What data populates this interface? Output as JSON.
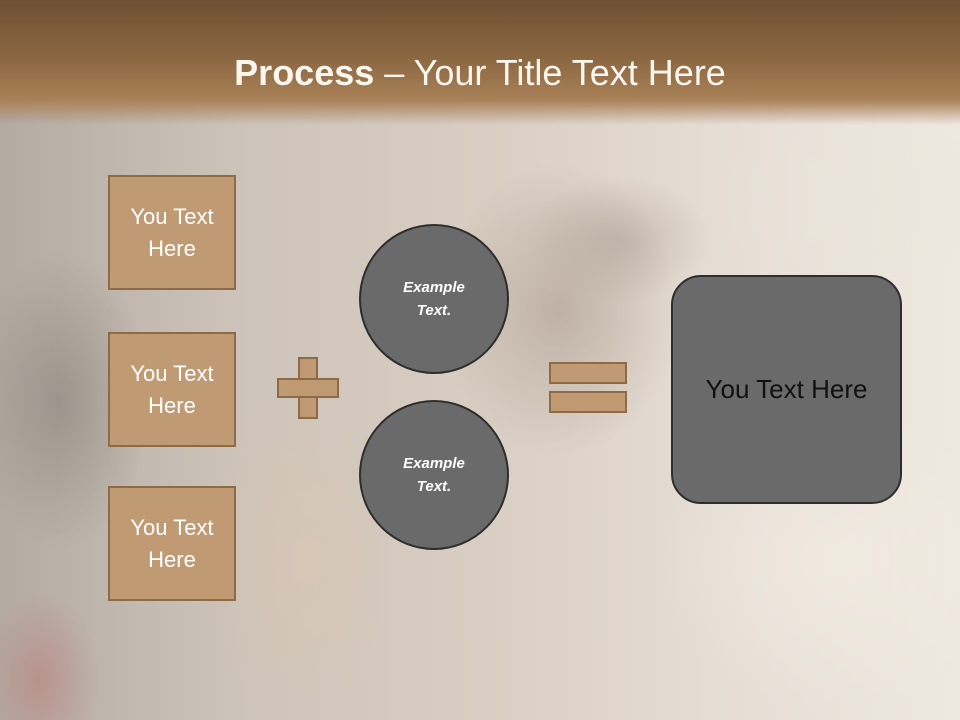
{
  "slide": {
    "title_bold": "Process",
    "title_separator": " – ",
    "title_rest": "Your Title Text Here",
    "boxes": [
      {
        "text": "You Text Here"
      },
      {
        "text": "You Text Here"
      },
      {
        "text": "You Text Here"
      }
    ],
    "circles": [
      {
        "text": "Example Text."
      },
      {
        "text": "Example Text."
      }
    ],
    "result": {
      "text": "You Text Here"
    }
  },
  "colors": {
    "header_brown": "#8a6641",
    "box_fill": "#c09a72",
    "box_border": "#8e6b47",
    "circle_fill": "#6a6a6a",
    "circle_border": "#2e2e2e"
  },
  "icons": {
    "plus": "plus-icon",
    "equals": "equals-icon"
  }
}
